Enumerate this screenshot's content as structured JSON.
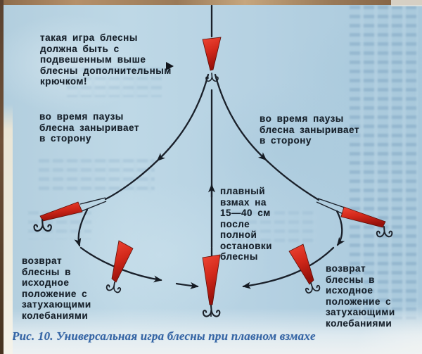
{
  "figure": {
    "caption": "Рис. 10. Универсальная игра блесны при плавном взмахе"
  },
  "labels": {
    "top_left": "такая игра блесны\nдолжна быть с\nподвешенным выше\nблесны дополнительным\nкрючком!",
    "left_pause": "во время паузы\nблесна заныривает\nв сторону",
    "right_pause": "во время паузы\nблесна заныривает\nв сторону",
    "center_swing": "плавный\nвзмах на\n15—40 см\nпосле\nполной\nостановки\nблесны",
    "bottom_left_return": "возврат\nблесны в\nисходное\nположение с\nзатухающими\nколебаниями",
    "bottom_right_return": "возврат\nблесны в\nисходное\nположение с\nзатухающими\nколебаниями"
  },
  "colors": {
    "paper_blue": "#b7d2e2",
    "ink_black": "#17212b",
    "lure_red": "#d2281a",
    "caption_blue": "#3565a5",
    "edge_brown": "#9a7a58",
    "edge_cream": "#efecdf"
  }
}
